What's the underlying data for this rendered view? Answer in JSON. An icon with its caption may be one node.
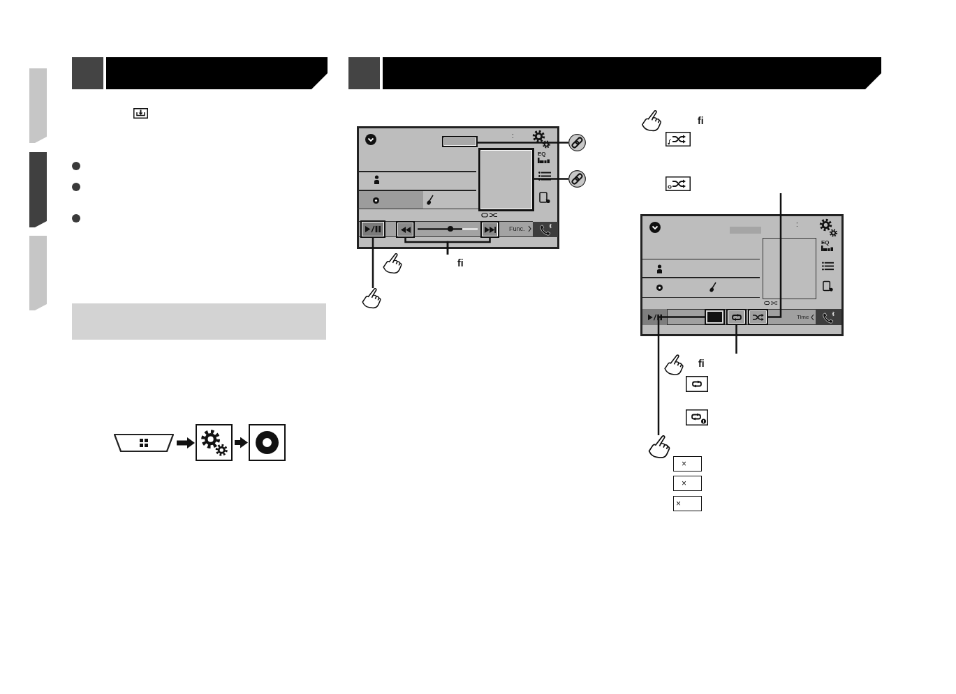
{
  "diagram": {
    "nodes": [
      {
        "text": [],
        "shape": "picture"
      },
      {
        "text": [],
        "shape": "picture"
      },
      {
        "text": [],
        "shape": "picture"
      },
      {
        "text": [],
        "shape": "box"
      },
      {
        "text": [],
        "shape": "box",
        "in": 3
      },
      {
        "text": [],
        "shape": "box",
        "in": 3
      },
      {
        "text": [],
        "shape": "picture",
        "in": 3
      },
      {
        "text": [],
        "shape": "picture",
        "in": 3
      },
      {
        "text": [],
        "shape": "picture",
        "in": 3
      },
      {
        "text": [],
        "shape": "picture"
      },
      {
        "text": [],
        "shape": "picture"
      },
      {
        "text": [],
        "shape": "picture"
      },
      {
        "text": [],
        "shape": "box"
      },
      {
        "text": [],
        "shape": "box",
        "in": 12
      },
      {
        "text": [],
        "shape": "picture",
        "in": 12
      },
      {
        "text": [],
        "shape": "picture",
        "in": 12
      },
      {
        "text": [],
        "shape": "picture"
      },
      {
        "text": [
          "×"
        ]
      },
      {
        "text": [
          "×"
        ]
      },
      {
        "text": [
          "×"
        ]
      }
    ],
    "edges": [
      {
        "from": 0,
        "to": 1,
        "arrow": "to",
        "style": "thick"
      },
      {
        "from": 1,
        "to": 2,
        "arrow": "to",
        "style": "thick"
      },
      {
        "from": 9,
        "to": 4,
        "arrow": "none"
      },
      {
        "from": 10,
        "to": 5,
        "arrow": "none"
      },
      {
        "from": 11,
        "to": 6,
        "arrow": "none"
      },
      {
        "from": null,
        "to": 7,
        "arrow": "none"
      },
      {
        "from": null,
        "to": 8,
        "arrow": "none"
      },
      {
        "from": null,
        "to": 15,
        "arrow": "none"
      },
      {
        "from": null,
        "to": 14,
        "arrow": "none"
      },
      {
        "from": 16,
        "to": 13,
        "arrow": "none"
      }
    ],
    "labels": [
      ":",
      "EQ",
      "Func.",
      "fi",
      "fi",
      ":",
      "EQ",
      "Time",
      "fi"
    ]
  }
}
